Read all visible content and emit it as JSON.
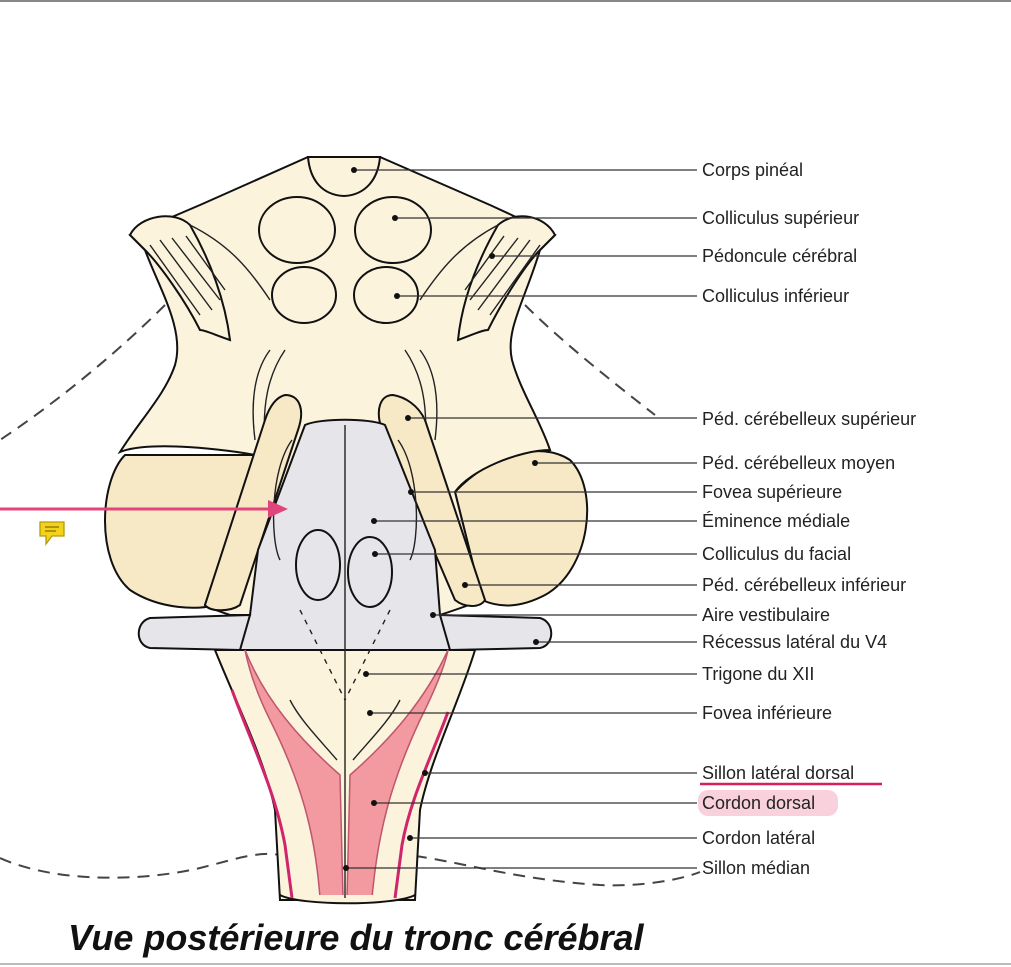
{
  "title": "Vue postérieure du tronc cérébral",
  "labels": [
    "Corps pinéal",
    "Colliculus supérieur",
    "Pédoncule cérébral",
    "Colliculus inférieur",
    "Péd. cérébelleux supérieur",
    "Péd. cérébelleux moyen",
    "Fovea supérieure",
    "Éminence médiale",
    "Colliculus du facial",
    "Péd. cérébelleux inférieur",
    "Aire vestibulaire",
    "Récessus latéral du V4",
    "Trigone du XII",
    "Fovea inférieure",
    "Sillon latéral dorsal",
    "Cordon dorsal",
    "Cordon latéral",
    "Sillon médian"
  ],
  "annotations": {
    "arrow_color": "#e0457b",
    "underline_color": "#d81e5b",
    "highlight_color": "#f7c6d4",
    "comment_icon": "comment-note-icon",
    "comment_icon_color": "#f2d21b"
  },
  "colors": {
    "cream": "#fbf3dc",
    "tan": "#f7e8c6",
    "grey_floor": "#e6e6ea",
    "pink_cord": "#f29a9f",
    "magenta_line": "#d0256a"
  }
}
